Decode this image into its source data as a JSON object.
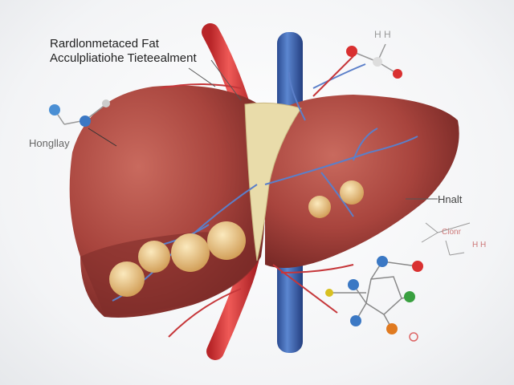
{
  "title_line1": "Rardlonmetaced Fat",
  "title_line2": "Acculpliatiohe Tieteealment",
  "label_left": "Hongllay",
  "label_right": "Hnalt",
  "chem_text": "Cionr",
  "chem_h_top": "H H",
  "chem_h_right": "H H",
  "colors": {
    "liver": "#a8443d",
    "artery": "#d6393a",
    "vein": "#3a63b0",
    "fat": "#e8c88a"
  }
}
